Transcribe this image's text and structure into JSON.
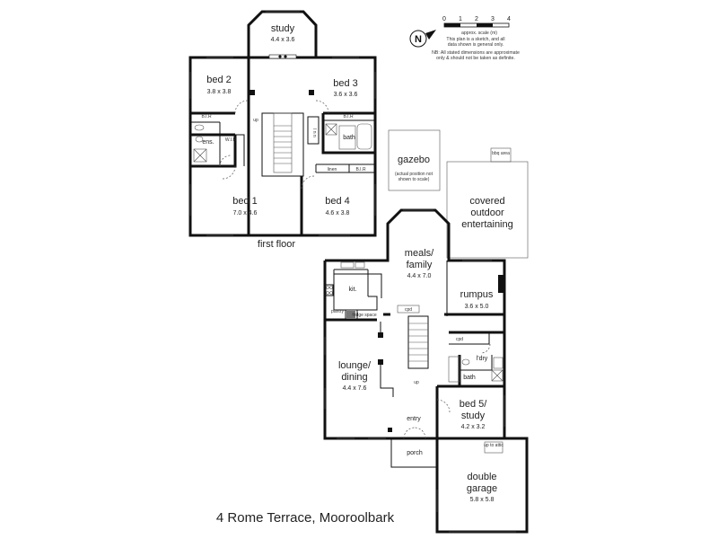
{
  "scale": {
    "ticks": [
      "0",
      "1",
      "2",
      "3",
      "4"
    ],
    "label": "approx. scale (m)",
    "compass": "N"
  },
  "notes": {
    "sketch_1": "This plan is a sketch, and all",
    "sketch_2": "data shown is general only.",
    "nb_1": "NB: All stated dimensions are approximate",
    "nb_2": "only & should not be taken as definite."
  },
  "first_floor": {
    "label": "first floor",
    "rooms": {
      "study": {
        "name": "study",
        "dim": "4.4 x 3.6"
      },
      "bed2": {
        "name": "bed 2",
        "dim": "3.8 x 3.8"
      },
      "bed3": {
        "name": "bed 3",
        "dim": "3.6 x 3.6"
      },
      "bed1": {
        "name": "bed 1",
        "dim": "7.0 x 4.6"
      },
      "bed4": {
        "name": "bed 4",
        "dim": "4.6 x 3.8"
      },
      "ens": {
        "name": "ens."
      },
      "bath": {
        "name": "bath"
      },
      "wir": {
        "name": "W.I.R"
      },
      "bir_a": {
        "name": "B.I.R"
      },
      "bir_b": {
        "name": "B.I.R"
      },
      "bir_c": {
        "name": "B.I.R"
      },
      "linen": {
        "name": "linen"
      },
      "up": {
        "name": "up"
      },
      "lnn": {
        "name": "l n n"
      }
    }
  },
  "gazebo": {
    "name": "gazebo",
    "note_1": "(actual position not",
    "note_2": "shown to scale)"
  },
  "ground_floor": {
    "covered_outdoor": {
      "line1": "covered",
      "line2": "outdoor",
      "line3": "entertaining"
    },
    "bbq": "bbq area",
    "meals": {
      "line1": "meals/",
      "line2": "family",
      "dim": "4.4 x 7.0"
    },
    "kitchen": {
      "name": "kit."
    },
    "pantry": "pantry",
    "fridge": "fridge space",
    "rumpus": {
      "name": "rumpus",
      "dim": "3.6 x 5.0"
    },
    "cpd_1": "cpd",
    "cpd_2": "cpd",
    "laundry": {
      "name": "l'dry"
    },
    "bath": {
      "name": "bath"
    },
    "lounge": {
      "line1": "lounge/",
      "line2": "dining",
      "dim": "4.4 x 7.6"
    },
    "up": "up",
    "entry": {
      "name": "entry"
    },
    "bed5": {
      "line1": "bed 5/",
      "line2": "study",
      "dim": "4.2 x 3.2"
    },
    "porch": {
      "name": "porch"
    },
    "attic": "up to attic",
    "garage": {
      "line1": "double",
      "line2": "garage",
      "dim": "5.8 x 5.8"
    }
  },
  "caption": "4 Rome Terrace, Mooroolbark"
}
